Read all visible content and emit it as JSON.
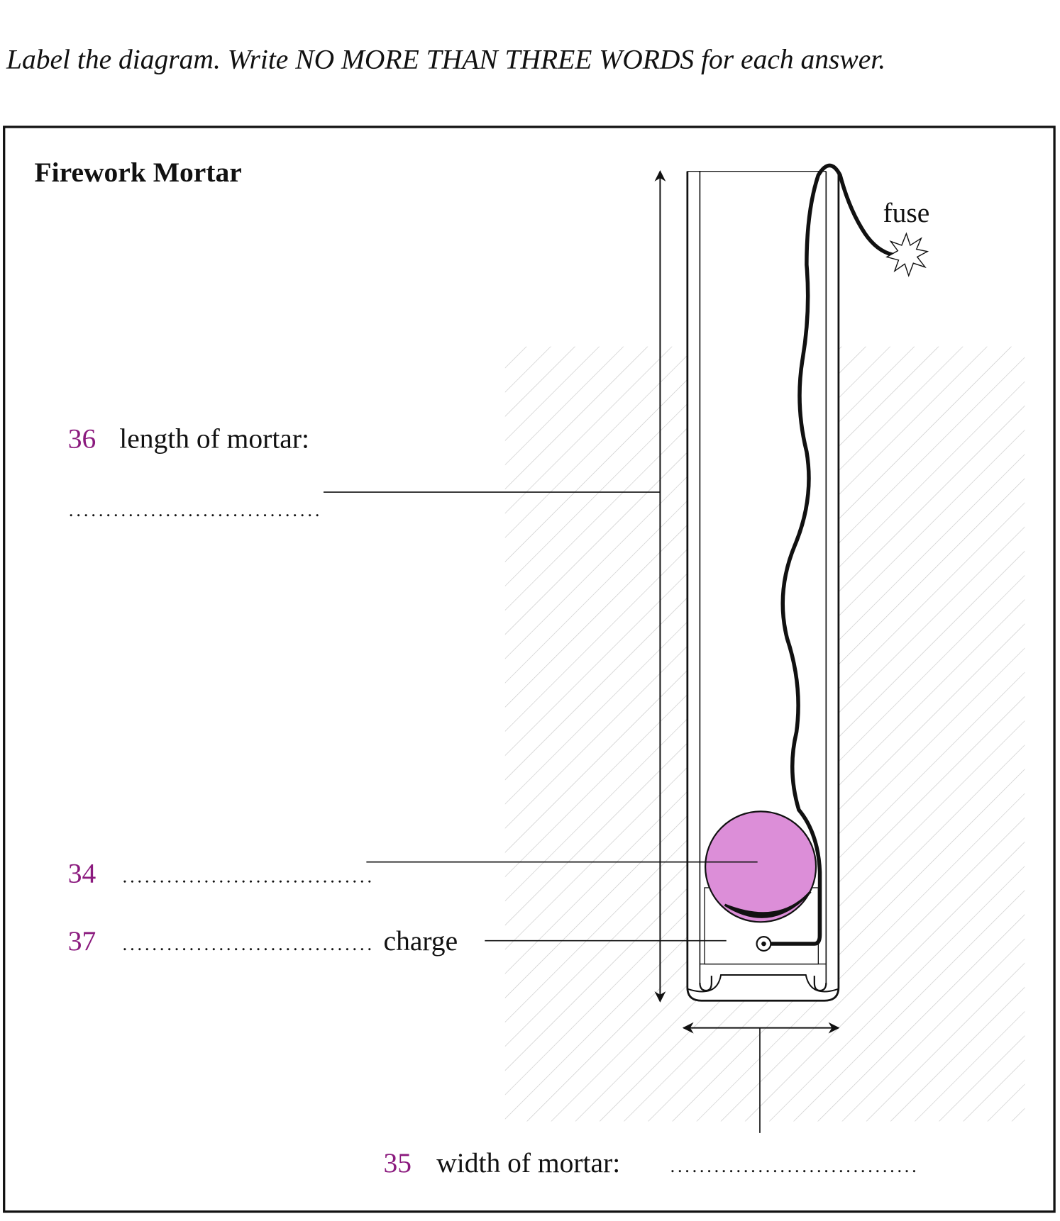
{
  "instruction": "Label the diagram. Write NO MORE THAN THREE WORDS for each answer.",
  "diagram": {
    "title": "Firework Mortar",
    "fuse_label": "fuse",
    "accent_color": "#8b1a7e",
    "shell_color": "#dc8ed8",
    "questions": [
      {
        "number": "36",
        "label": "length of mortar:",
        "blank": ".................................."
      },
      {
        "number": "34",
        "label": "",
        "blank": ".................................."
      },
      {
        "number": "37",
        "label": "charge",
        "blank": ".................................."
      },
      {
        "number": "35",
        "label": "width of mortar:",
        "blank": ".................................."
      }
    ]
  }
}
